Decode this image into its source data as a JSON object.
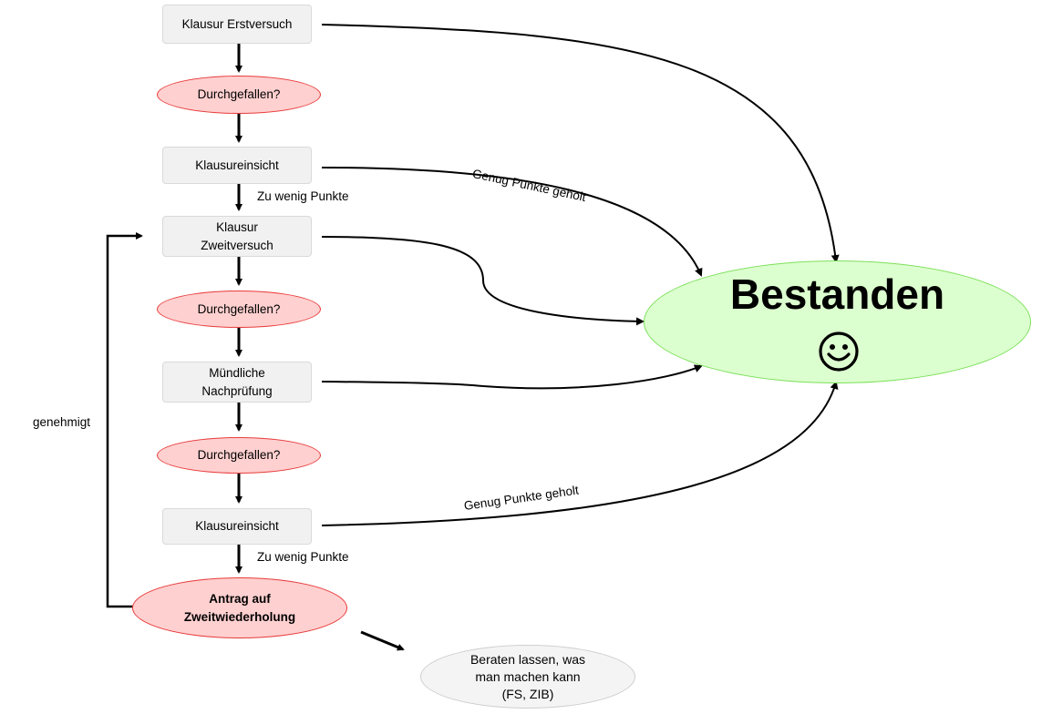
{
  "nodes": {
    "klausur_erstversuch": "Klausur Erstversuch",
    "durchgefallen_1": "Durchgefallen?",
    "klausureinsicht_1": "Klausureinsicht",
    "klausur_zweitversuch_l1": "Klausur",
    "klausur_zweitversuch_l2": "Zweitversuch",
    "durchgefallen_2": "Durchgefallen?",
    "muendliche_l1": "Mündliche",
    "muendliche_l2": "Nachprüfung",
    "durchgefallen_3": "Durchgefallen?",
    "klausureinsicht_2": "Klausureinsicht",
    "antrag_l1": "Antrag auf",
    "antrag_l2": "Zweitwiederholung",
    "beraten_l1": "Beraten lassen, was",
    "beraten_l2": "man machen kann",
    "beraten_l3": "(FS, ZIB)",
    "bestanden": "Bestanden"
  },
  "labels": {
    "zu_wenig_punkte_1": "Zu wenig Punkte",
    "zu_wenig_punkte_2": "Zu wenig Punkte",
    "genug_punkte_1": "Genug Punkte geholt",
    "genug_punkte_2": "Genug Punkte geholt",
    "genehmigt": "genehmigt"
  },
  "icons": {
    "bestanden_icon": "smiley-icon"
  },
  "colors": {
    "fail_fill": "#ffd0d0",
    "fail_border": "#e83a3a",
    "pass_fill": "#dcffcf",
    "pass_border": "#7ce05a",
    "step_fill": "#f1f1f1",
    "advice_fill": "#f4f4f4"
  }
}
